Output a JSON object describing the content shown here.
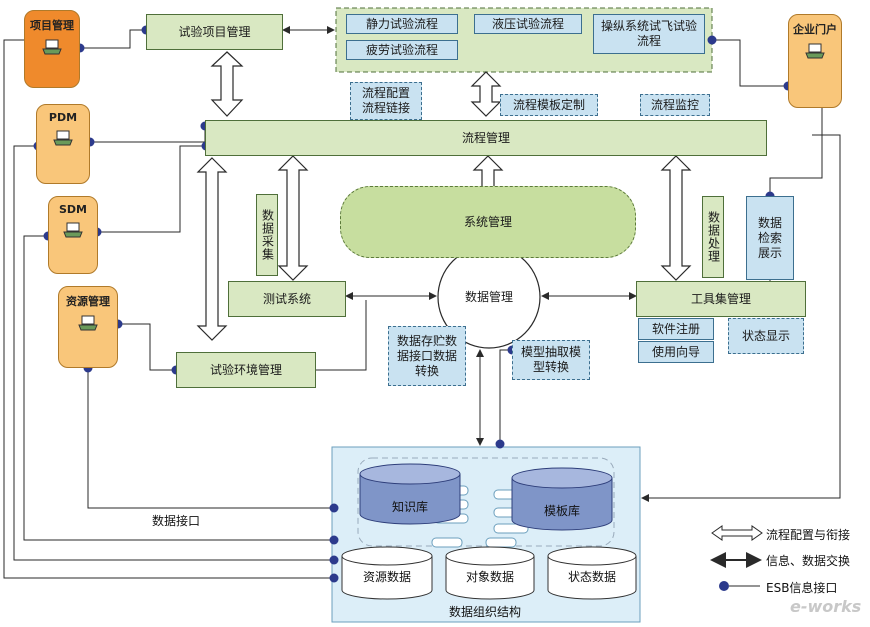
{
  "left_entities": {
    "project_mgmt": "项目管理",
    "pdm": "PDM",
    "sdm": "SDM",
    "resource_mgmt": "资源管理"
  },
  "right_entity": "企业门户",
  "top_center": {
    "flows": [
      "静力试验流程",
      "液压试验流程",
      "操纵系统试飞试验流程",
      "疲劳试验流程"
    ]
  },
  "boxes": {
    "test_project_mgmt": "试验项目管理",
    "flow_config": "流程配置流程链接",
    "flow_template": "流程模板定制",
    "flow_monitor": "流程监控",
    "flow_mgmt": "流程管理",
    "system_mgmt": "系统管理",
    "data_collect": "数据采集",
    "data_process": "数据处理",
    "data_search": "数据检索展示",
    "test_system": "测试系统",
    "data_mgmt": "数据管理",
    "toolset_mgmt": "工具集管理",
    "software_reg": "软件注册",
    "usage_guide": "使用向导",
    "status_display": "状态显示",
    "data_storage": "数据存贮数据接口数据转换",
    "model_extract": "模型抽取模型转换",
    "test_env_mgmt": "试验环境管理"
  },
  "data_structure": {
    "title": "数据组织结构",
    "knowledge_base": "知识库",
    "template_base": "模板库",
    "resource_data": "资源数据",
    "object_data": "对象数据",
    "status_data": "状态数据"
  },
  "data_interface_label": "数据接口",
  "legend": {
    "flow_config": "流程配置与衔接",
    "info_exchange": "信息、数据交换",
    "esb": "ESB信息接口"
  },
  "watermark": "e-works",
  "colors": {
    "green_box": "#d9e8c2",
    "blue_box": "#c9e2f1",
    "orange": "#ef8a2c",
    "light_orange": "#f9c67a",
    "line": "#2a2a2a",
    "esb_dot": "#2c3a8c"
  }
}
